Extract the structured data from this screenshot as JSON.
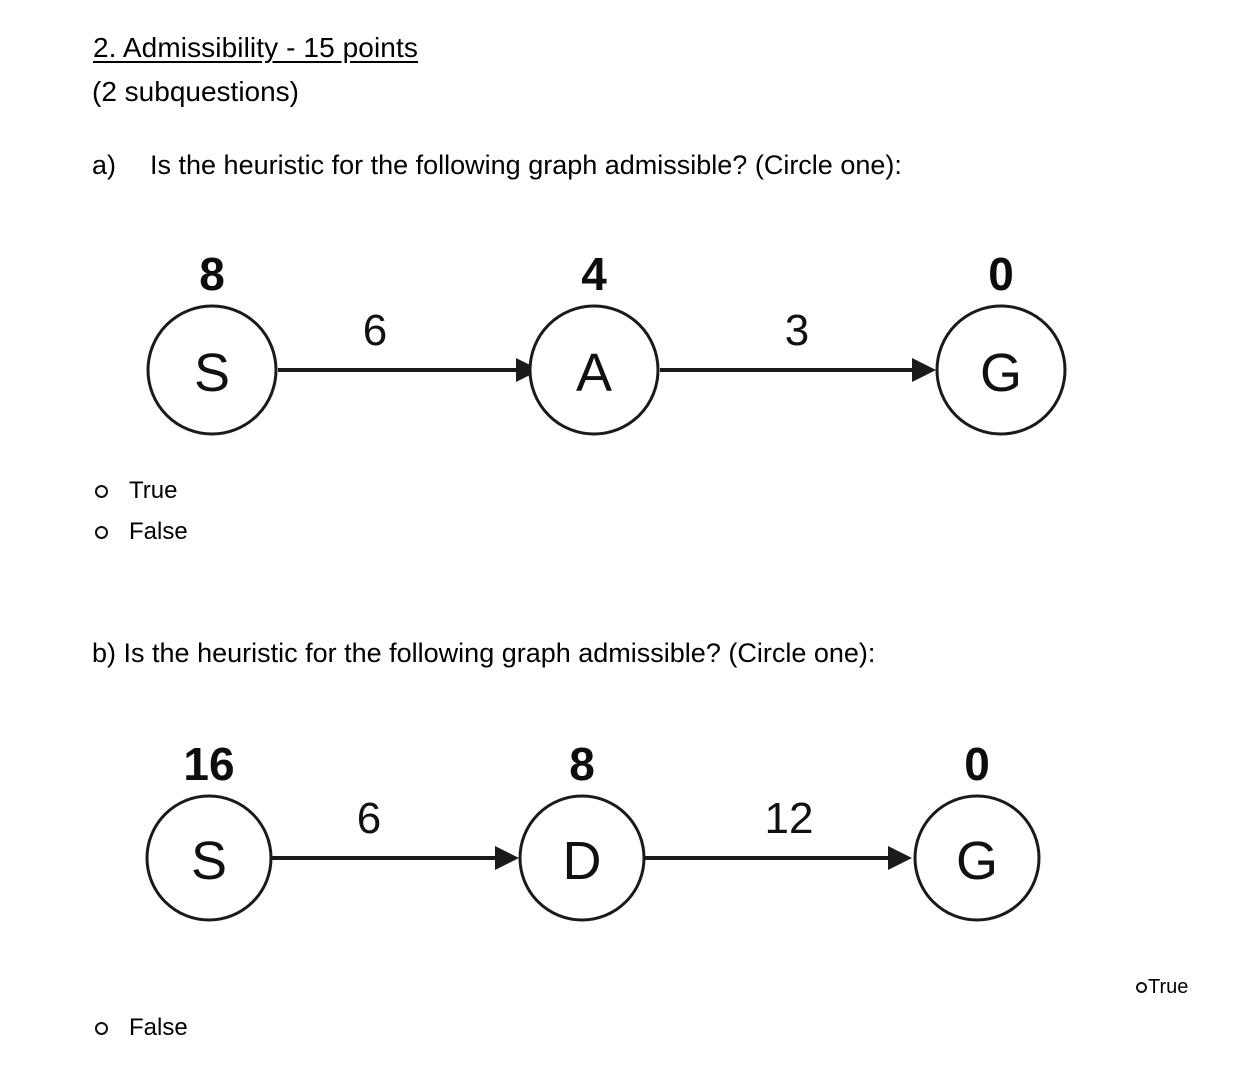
{
  "question": {
    "title": "2.  Admissibility - 15 points",
    "subtitle": "(2 subquestions)"
  },
  "subquestion_a": {
    "marker": "a)",
    "prompt": "Is the heuristic for the following graph admissible? (Circle one):",
    "options": [
      {
        "label": "True",
        "selected": false
      },
      {
        "label": "False",
        "selected": false
      }
    ]
  },
  "subquestion_b": {
    "marker": "b)",
    "prompt": "Is the heuristic for the following graph admissible? (Circle one):",
    "options": [
      {
        "label": "True",
        "selected": false
      },
      {
        "label": "False",
        "selected": false
      }
    ]
  },
  "graph_a": {
    "nodes": [
      {
        "id": "S",
        "label": "S",
        "heuristic": "8"
      },
      {
        "id": "A",
        "label": "A",
        "heuristic": "4"
      },
      {
        "id": "G",
        "label": "G",
        "heuristic": "0"
      }
    ],
    "edges": [
      {
        "from": "S",
        "to": "A",
        "cost": "6"
      },
      {
        "from": "A",
        "to": "G",
        "cost": "3"
      }
    ]
  },
  "graph_b": {
    "nodes": [
      {
        "id": "S",
        "label": "S",
        "heuristic": "16"
      },
      {
        "id": "D",
        "label": "D",
        "heuristic": "8"
      },
      {
        "id": "G",
        "label": "G",
        "heuristic": "0"
      }
    ],
    "edges": [
      {
        "from": "S",
        "to": "D",
        "cost": "6"
      },
      {
        "from": "D",
        "to": "G",
        "cost": "12"
      }
    ]
  },
  "colors": {
    "background": "#ffffff",
    "ink": "#111111",
    "stroke": "#1a1a1a"
  }
}
